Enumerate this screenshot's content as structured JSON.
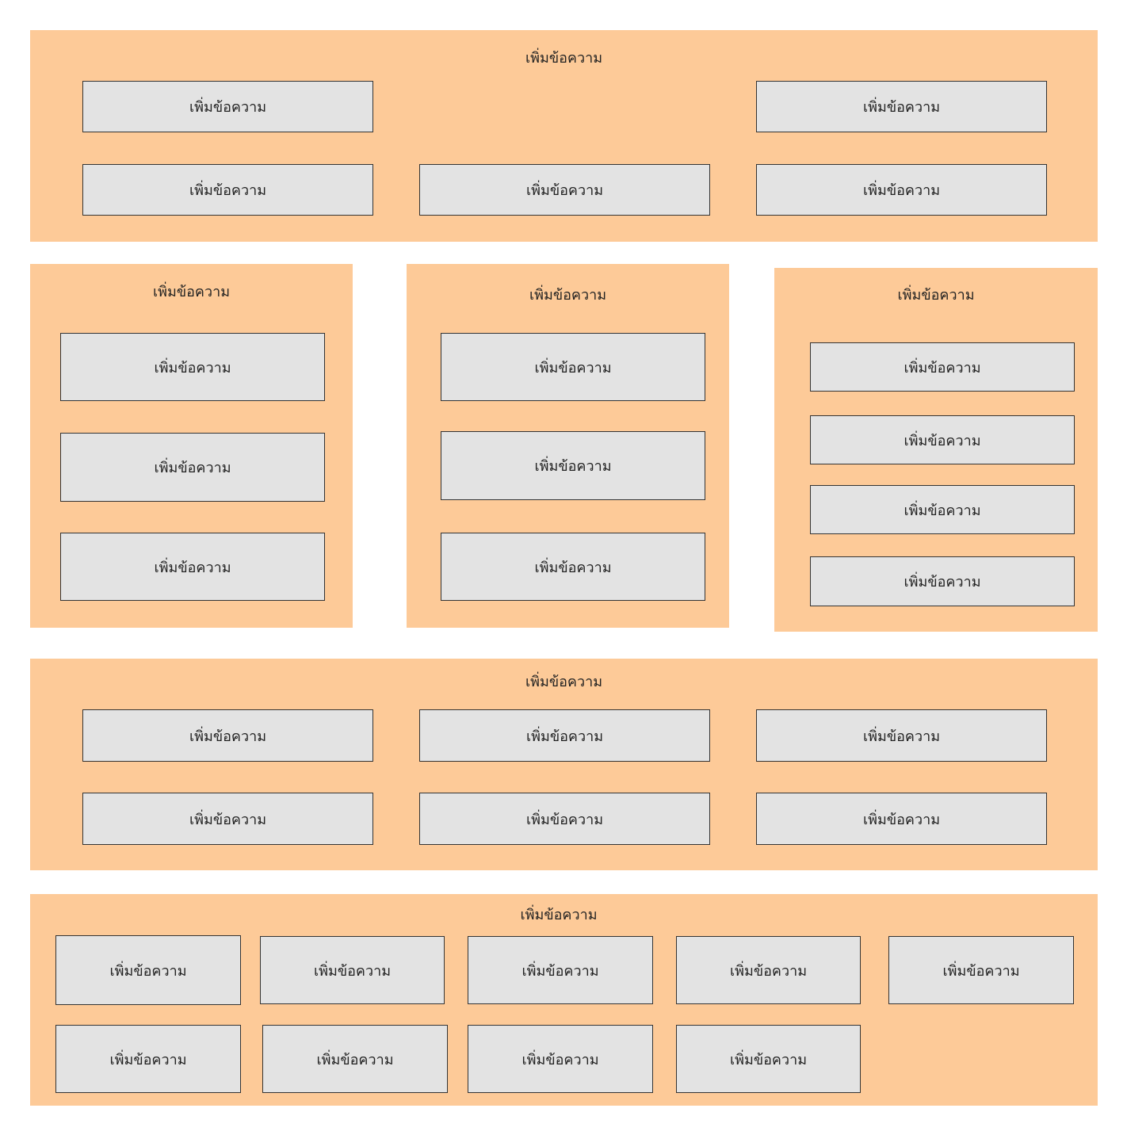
{
  "colors": {
    "group_fill": "#fdca98",
    "box_fill": "#e3e3e3",
    "box_border": "#333333",
    "text": "#222222"
  },
  "groups": [
    {
      "title": "เพิ่มข้อความ",
      "boxes": [
        "เพิ่มข้อความ",
        "เพิ่มข้อความ",
        "เพิ่มข้อความ",
        "เพิ่มข้อความ",
        "เพิ่มข้อความ"
      ]
    },
    {
      "title": "เพิ่มข้อความ",
      "boxes": [
        "เพิ่มข้อความ",
        "เพิ่มข้อความ",
        "เพิ่มข้อความ"
      ]
    },
    {
      "title": "เพิ่มข้อความ",
      "boxes": [
        "เพิ่มข้อความ",
        "เพิ่มข้อความ",
        "เพิ่มข้อความ"
      ]
    },
    {
      "title": "เพิ่มข้อความ",
      "boxes": [
        "เพิ่มข้อความ",
        "เพิ่มข้อความ",
        "เพิ่มข้อความ",
        "เพิ่มข้อความ"
      ]
    },
    {
      "title": "เพิ่มข้อความ",
      "boxes": [
        "เพิ่มข้อความ",
        "เพิ่มข้อความ",
        "เพิ่มข้อความ",
        "เพิ่มข้อความ",
        "เพิ่มข้อความ",
        "เพิ่มข้อความ"
      ]
    },
    {
      "title": "เพิ่มข้อความ",
      "boxes": [
        "เพิ่มข้อความ",
        "เพิ่มข้อความ",
        "เพิ่มข้อความ",
        "เพิ่มข้อความ",
        "เพิ่มข้อความ",
        "เพิ่มข้อความ",
        "เพิ่มข้อความ",
        "เพิ่มข้อความ",
        "เพิ่มข้อความ"
      ]
    }
  ]
}
